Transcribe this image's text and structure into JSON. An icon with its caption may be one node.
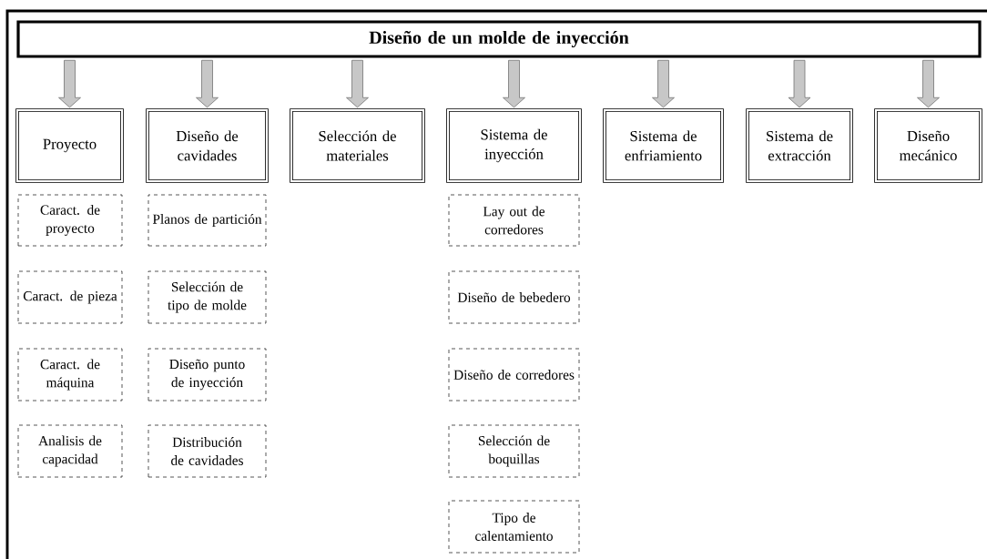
{
  "diagram": {
    "nodes": [
      {
        "text": [
          "Diseño de un molde de inyección"
        ]
      },
      {
        "text": [
          "Proyecto"
        ]
      },
      {
        "text": [
          "Diseño de cavidades"
        ]
      },
      {
        "text": [
          "Selección de materiales"
        ]
      },
      {
        "text": [
          "Sistema de inyección"
        ]
      },
      {
        "text": [
          "Sistema de enfriamiento"
        ]
      },
      {
        "text": [
          "Sistema de extracción"
        ]
      },
      {
        "text": [
          "Diseño mecánico"
        ]
      },
      {
        "text": [
          "Caract. de proyecto"
        ]
      },
      {
        "text": [
          "Caract. de pieza"
        ]
      },
      {
        "text": [
          "Caract. de máquina"
        ]
      },
      {
        "text": [
          "Analisis de capacidad"
        ]
      },
      {
        "text": [
          "Planos de partición"
        ]
      },
      {
        "text": [
          "Selección de tipo de molde"
        ]
      },
      {
        "text": [
          "Diseño punto de inyección"
        ]
      },
      {
        "text": [
          "Distribución de cavidades"
        ]
      },
      {
        "text": [
          "Lay out de corredores"
        ]
      },
      {
        "text": [
          "Diseño de bebedero"
        ]
      },
      {
        "text": [
          "Diseño de corredores"
        ]
      },
      {
        "text": [
          "Selección de boquillas"
        ]
      },
      {
        "text": [
          "Tipo de calentamiento"
        ]
      }
    ],
    "edges": [
      {
        "from": 0,
        "to": 1,
        "arrow": "to"
      },
      {
        "from": 0,
        "to": 2,
        "arrow": "to"
      },
      {
        "from": 0,
        "to": 3,
        "arrow": "to"
      },
      {
        "from": 0,
        "to": 4,
        "arrow": "to"
      },
      {
        "from": 0,
        "to": 5,
        "arrow": "to"
      },
      {
        "from": 0,
        "to": 6,
        "arrow": "to"
      },
      {
        "from": 0,
        "to": 7,
        "arrow": "to"
      }
    ]
  }
}
